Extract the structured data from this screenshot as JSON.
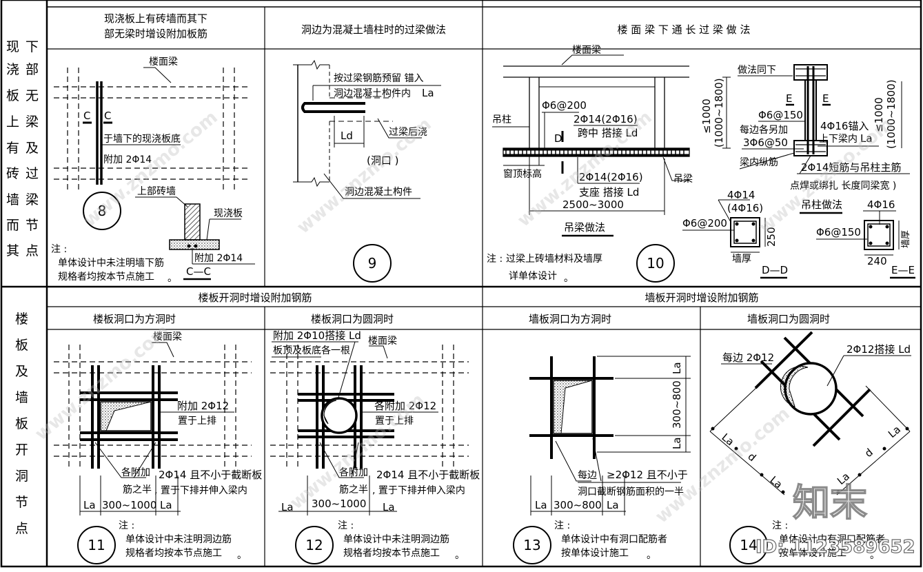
{
  "side_labels": {
    "top": [
      "现",
      "浇",
      "板",
      "上",
      "有",
      "砖",
      "墙",
      "而",
      "其",
      "下",
      "部",
      "无",
      "梁",
      "及",
      "过",
      "梁",
      "节",
      "点"
    ],
    "bottom": [
      "楼",
      "板",
      "及",
      "墙",
      "板",
      "开",
      "洞",
      "节",
      "点"
    ]
  },
  "headers": {
    "h8": [
      "现浇板上有砖墙而其下",
      "部无梁时增设附加板筋"
    ],
    "h9": "洞边为混凝土墙柱时的过梁做法",
    "h10": "楼 面 梁 下 通 长 过 梁 做 法",
    "slab_group": "楼板开洞时增设附加钢筋",
    "wall_group": "墙板开洞时增设附加钢筋",
    "h11": "楼板洞口为方洞时",
    "h12": "楼板洞口为圆洞时",
    "h13": "墙板洞口为方洞时",
    "h14": "墙板洞口为圆洞时"
  },
  "d8": {
    "num": "8",
    "beam": "楼面梁",
    "c_mark": "C",
    "wall_slab": "于墙下的现浇板底",
    "add": "附加   2Φ14",
    "upper_wall": "上部砖墙",
    "cast_slab": "现浇板",
    "add2": "附加   2Φ14",
    "section": "C—C",
    "note_title": "注 :",
    "note1": "单体设计中未注明墙下筋",
    "note2": "规格者均按本节点施工",
    "dot": "。"
  },
  "d9": {
    "num": "9",
    "text1": "按过梁钢筋预留   锚入",
    "text2": "洞边混凝土构件内",
    "la": "La",
    "ld": "Ld",
    "post": "过梁后浇",
    "opening": "(洞口 )",
    "member": "洞边混凝土构件"
  },
  "d10": {
    "num": "10",
    "beam": "楼面梁",
    "hang_col": "吊柱",
    "stirrup": "Φ6@200",
    "top_bar": "2Φ14(2Φ16)",
    "mid_lap": "跨中  搭接  Ld",
    "d_mark": "D",
    "window": "窗顶标高",
    "bot_bar": "2Φ14(2Φ16)",
    "sup_lap": "支座  搭接  Ld",
    "hang_beam": "吊梁",
    "span": "2500~3000",
    "hang_beam_method": "吊梁做法",
    "h1": "≤1000",
    "h2": "(1000~1800)",
    "same": "做法同下",
    "e_mark": "E",
    "stirrup2": "Φ6@150",
    "each_side": "每边各另加",
    "extra": "3Φ6@50",
    "anchor": "4Φ16锚入",
    "into": "上下梁内",
    "la": "La",
    "long_bar": "梁内纵筋",
    "short_bar": "2Φ14短筋与吊柱主筋",
    "weld": "点焊或绑扎    长度同梁宽         )",
    "h3": "≤1000",
    "h4": "(1000~1800)",
    "dd_bars": "4Φ14",
    "dd_bars2": "(4Φ16)",
    "dd_stirrup": "Φ6@200",
    "dd_h": "250",
    "dd_w": "墙厚",
    "dd_label": "D—D",
    "col_method": "吊柱做法",
    "ee_bars": "4Φ16",
    "ee_stirrup": "Φ6@150",
    "ee_w": "240",
    "ee_side": "墙厚",
    "ee_label": "E—E",
    "note_title": "注 :",
    "note1": "过梁上砖墙材料及墙厚",
    "note2": "详单体设计",
    "dot": "。"
  },
  "d11": {
    "num": "11",
    "beam": "楼面梁",
    "add": "附加   2Φ12",
    "upper": "置于上排",
    "each": "各附加",
    "half": "筋之半",
    "rule1": "2Φ14 且不小于截断板",
    "rule2": ", 置于下排并伸入梁内",
    "la": "La",
    "range": "300~1000",
    "la2": "La",
    "note_title": "注 :",
    "note1": "单体设计中未注明洞边筋",
    "note2": "规格者均按本节点施工",
    "dot": "。"
  },
  "d12": {
    "num": "12",
    "add": "附加   2Φ10搭接   Ld",
    "top_bot": "板顶及板底各一根",
    "beam": "楼面梁",
    "each_bar": "各附加   2Φ12",
    "upper": "置于上排",
    "each": "各附加",
    "half": "筋之半",
    "rule1": "2Φ14 且不小于截断板",
    "rule2": ", 置于下排并伸入梁内",
    "la": "La",
    "range": "300~1000",
    "la2": "La",
    "note_title": "注 :",
    "note1": "单体设计中未注明洞边筋",
    "note2": "规格者均按本节点施工",
    "dot": "。"
  },
  "d13": {
    "num": "13",
    "la_v1": "La",
    "range_v": "300~800",
    "la_v2": "La",
    "each": "每边",
    "rule": "≥2Φ12  且不小于",
    "rule2": "洞口截断钢筋面积的一半",
    "la": "La",
    "range": "300~800",
    "la2": "La",
    "note_title": "注 :",
    "note1": "单体设计中有洞口配筋者",
    "note2": "按单体设计施工",
    "dot": "。"
  },
  "d14": {
    "num": "14",
    "each": "每边  2Φ12",
    "lap": "2Φ12搭接   Ld",
    "la": "La",
    "d": "d",
    "note_title": "注 :",
    "note1": "单体设计中有洞口配筋者",
    "note2": "按单体设计施工",
    "dot": "。"
  },
  "watermark": {
    "brand": "知末",
    "id": "ID: 1123589652",
    "diag": "www.znzmo.com"
  }
}
